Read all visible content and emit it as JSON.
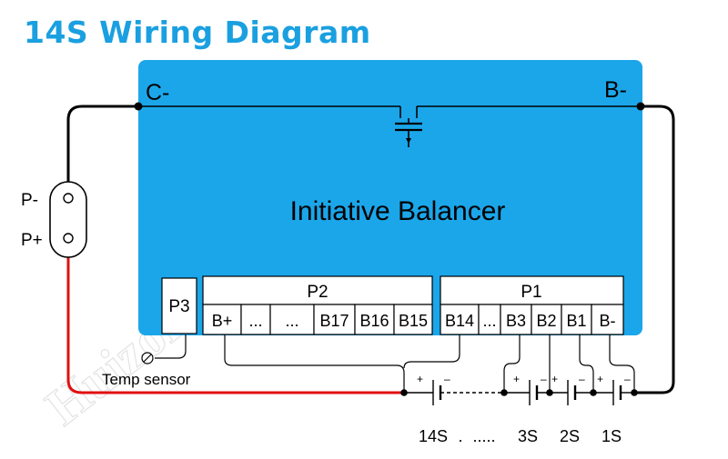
{
  "title": "14S Wiring Diagram",
  "board": {
    "name": "Initiative Balancer",
    "color": "#1ba6ea",
    "c_minus": "C-",
    "b_minus": "B-"
  },
  "load_port": {
    "p_minus": "P-",
    "p_plus": "P+"
  },
  "connectors": {
    "p3": "P3",
    "p2": {
      "label": "P2",
      "pins": [
        "B+",
        "...",
        "...",
        "B17",
        "B16",
        "B15"
      ]
    },
    "p1": {
      "label": "P1",
      "pins": [
        "B14",
        "...",
        "B3",
        "B2",
        "B1",
        "B-"
      ]
    }
  },
  "temp_sensor": "Temp sensor",
  "cell_labels": [
    "14S",
    ".",
    ".....",
    "3S",
    "2S",
    "1S"
  ],
  "polarity": {
    "plus": "+",
    "minus": "–"
  },
  "watermark": "HuizorBMS Store",
  "colors": {
    "positive_wire": "#e01010",
    "negative_wire": "#000000"
  }
}
